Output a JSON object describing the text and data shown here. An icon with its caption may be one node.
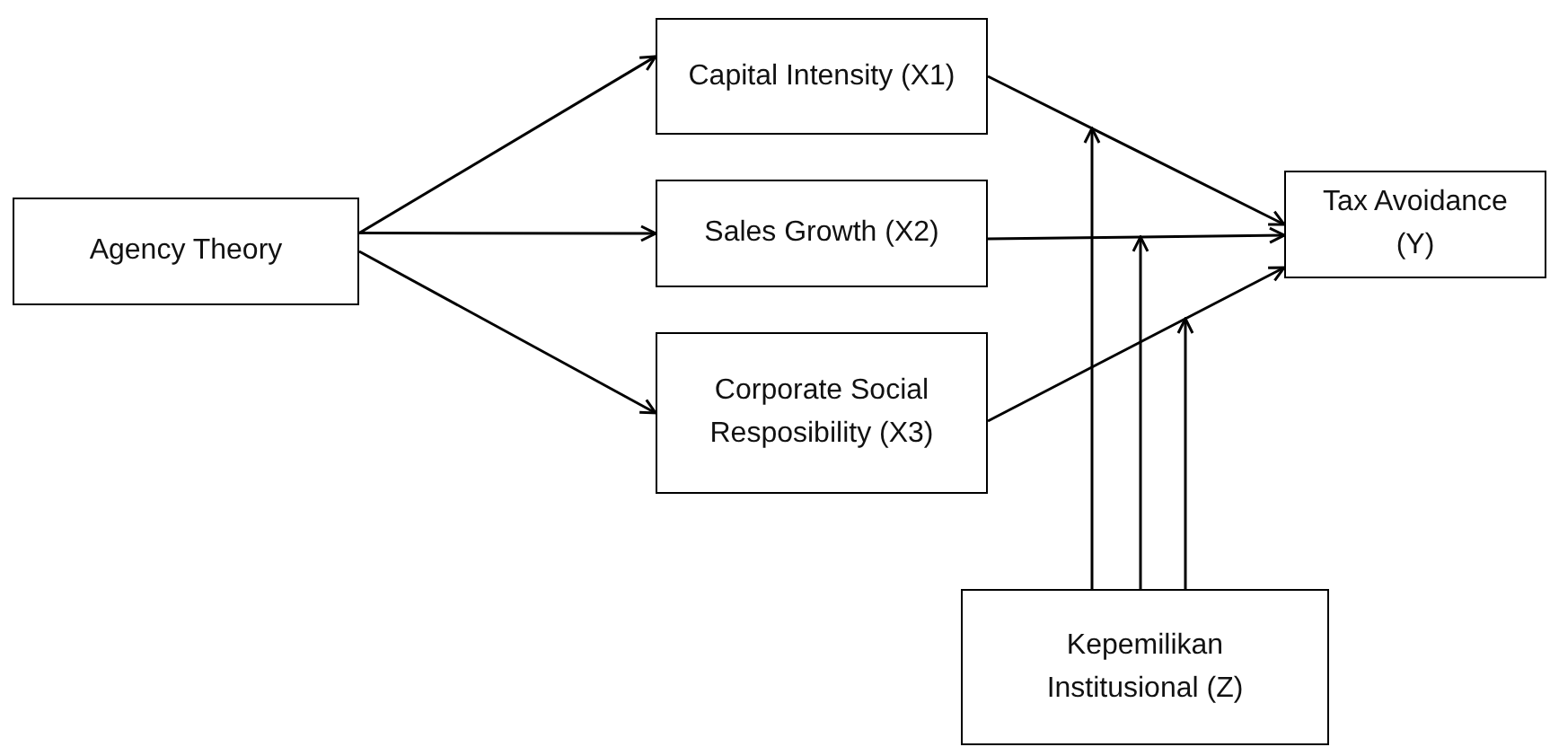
{
  "diagram": {
    "nodes": [
      {
        "text": [
          "Agency Theory"
        ]
      },
      {
        "text": [
          "Capital Intensity (X1)"
        ]
      },
      {
        "text": [
          "Sales Growth (X2)"
        ]
      },
      {
        "text": [
          "Corporate Social Resposibility (X3)"
        ]
      },
      {
        "text": [
          "Tax Avoidance (Y)"
        ]
      },
      {
        "text": [
          "Kepemilikan Institusional (Z)"
        ]
      }
    ],
    "edges": [
      {
        "from": 0,
        "to": 1,
        "arrow": "to"
      },
      {
        "from": 0,
        "to": 2,
        "arrow": "to"
      },
      {
        "from": 0,
        "to": 3,
        "arrow": "to"
      },
      {
        "from": 1,
        "to": 4,
        "arrow": "to"
      },
      {
        "from": 2,
        "to": 4,
        "arrow": "to"
      },
      {
        "from": 3,
        "to": 4,
        "arrow": "to"
      },
      {
        "from": 5,
        "to": null,
        "arrow": "to"
      },
      {
        "from": 5,
        "to": null,
        "arrow": "to"
      },
      {
        "from": 5,
        "to": null,
        "arrow": "to"
      }
    ]
  }
}
